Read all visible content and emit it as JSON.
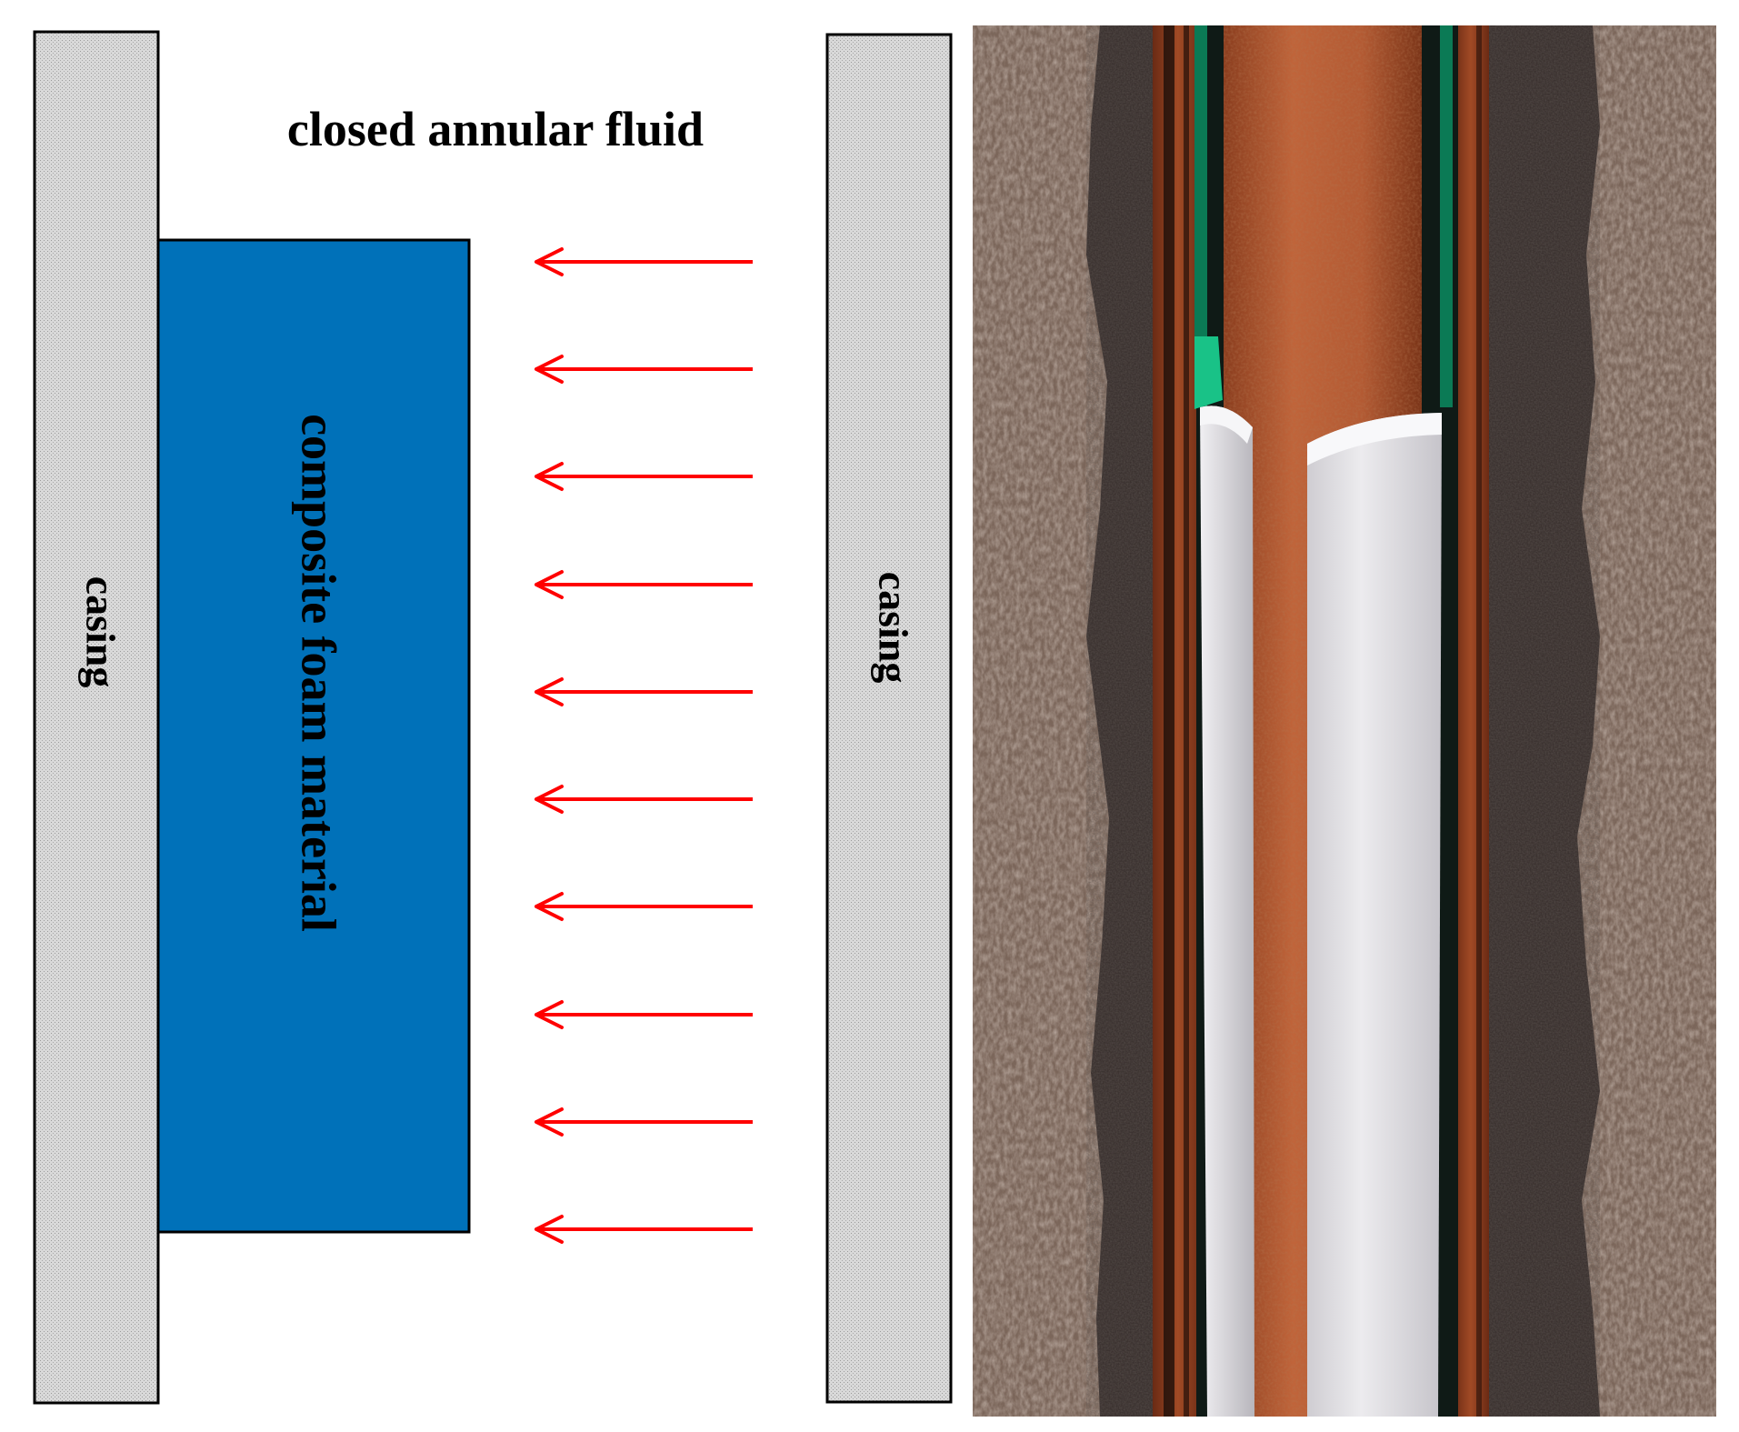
{
  "left_panel": {
    "title": "closed annular fluid",
    "left_casing_label": "casing",
    "right_casing_label": "casing",
    "foam_label": "composite foam material",
    "pressure_arrow_count": 10
  },
  "right_panel": {
    "illustration": "wellbore-cross-section-illustration"
  },
  "colors": {
    "casing_fill": "#d4d4d4",
    "foam": "#0071b9",
    "arrow": "#ff0000",
    "rock": "#7a6456",
    "cement": "#3a3230",
    "pipe": "#b55a32",
    "inner_tube": "#d8d8dc",
    "seal": "#00b074"
  }
}
